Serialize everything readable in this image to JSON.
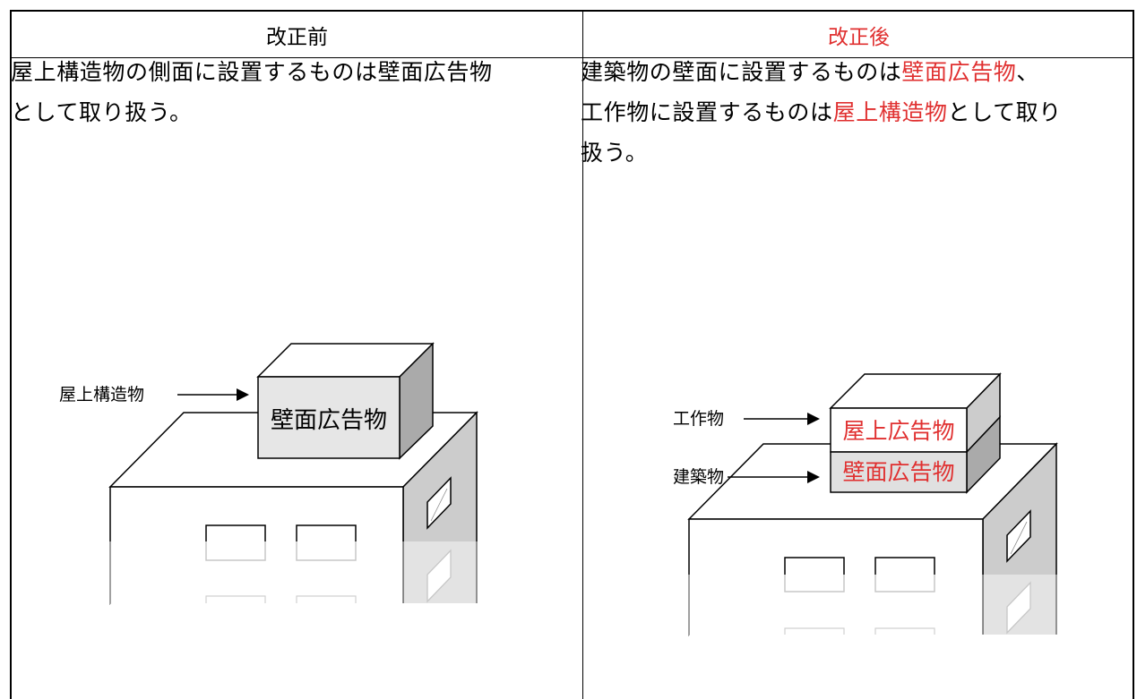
{
  "header": {
    "before": "改正前",
    "after": "改正後"
  },
  "before": {
    "text_line1": "屋上構造物の側面に設置するものは壁面広告物",
    "text_line2": "として取り扱う。",
    "diagram": {
      "pointer_label": "屋上構造物",
      "sign_label": "壁面広告物"
    }
  },
  "after": {
    "text_line1_a": "建築物の壁面に設置するものは",
    "text_line1_b": "壁面広告物",
    "text_line1_c": "、",
    "text_line2_a": "工作物に設置するものは",
    "text_line2_b": "屋上構造物",
    "text_line2_c": "として取り",
    "text_line3": "扱う。",
    "diagram": {
      "upper_pointer_label": "工作物",
      "lower_pointer_label": "建築物",
      "upper_sign_label": "屋上広告物",
      "lower_sign_label": "壁面広告物"
    }
  },
  "colors": {
    "revision_red": "#e03030",
    "shade_dark": "#aaaaaa",
    "shade_mid": "#cccccc",
    "shade_light": "#e6e6e6"
  }
}
